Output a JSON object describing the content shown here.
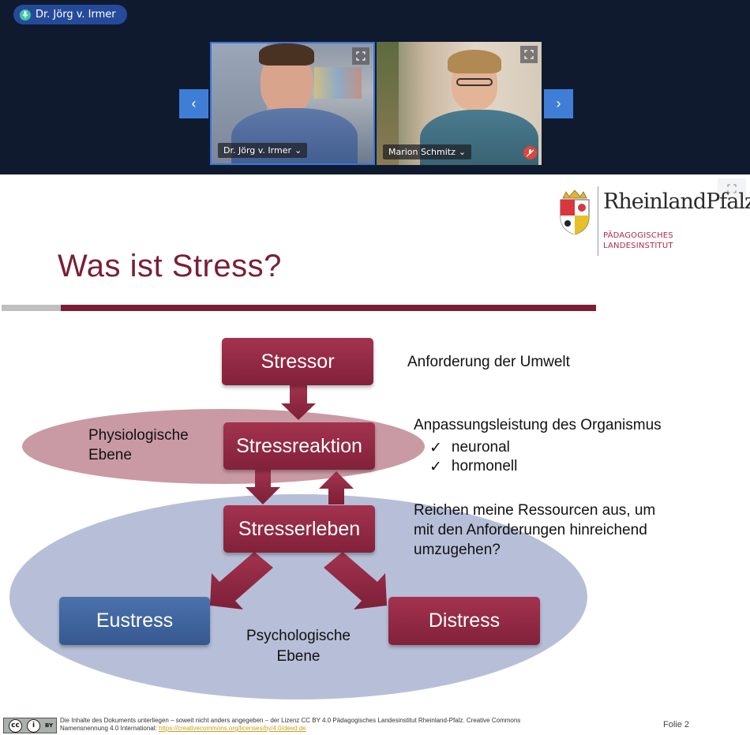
{
  "meeting": {
    "active_speaker": "Dr. Jörg v. Irmer",
    "prev_label": "‹",
    "next_label": "›",
    "participants": [
      {
        "name": "Dr. Jörg v. Irmer",
        "chevron": "⌄",
        "muted": false
      },
      {
        "name": "Marion Schmitz",
        "chevron": "⌄",
        "muted": true
      }
    ]
  },
  "slide": {
    "logo_name": "RheinlandPfalz",
    "logo_sub_line1": "PÄDAGOGISCHES",
    "logo_sub_line2": "LANDESINSTITUT",
    "title": "Was ist Stress?",
    "boxes": {
      "stressor": "Stressor",
      "stressreaktion": "Stressreaktion",
      "stresserleben": "Stresserleben",
      "eustress": "Eustress",
      "distress": "Distress"
    },
    "levels": {
      "phys_line1": "Physiologische",
      "phys_line2": "Ebene",
      "psych_line1": "Psychologische",
      "psych_line2": "Ebene"
    },
    "notes": {
      "stressor": "Anforderung der Umwelt",
      "reaktion_title": "Anpassungsleistung des Organismus",
      "reaktion_items": [
        "neuronal",
        "hormonell"
      ],
      "check_mark": "✓",
      "erleben_line1": "Reichen meine Ressourcen aus, um",
      "erleben_line2": "mit den Anforderungen hinreichend",
      "erleben_line3": "umzugehen?"
    },
    "footer": {
      "cc_label": "BY",
      "license_text": "Die Inhalte des Dokuments unterliegen – soweit nicht anders angegeben – der Lizenz CC BY 4.0 Pädagogisches Landesinstitut Rheinland-Pfalz. Creative Commons Namensnennung 4.0 International: ",
      "license_link": "https://creativecommons.org/licenses/by/4.0/deed.de",
      "page_label": "Folie 2"
    }
  },
  "colors": {
    "brand_red": "#7a1f35",
    "box_blue": "#35588f",
    "accent_blue": "#3f7ed6"
  }
}
